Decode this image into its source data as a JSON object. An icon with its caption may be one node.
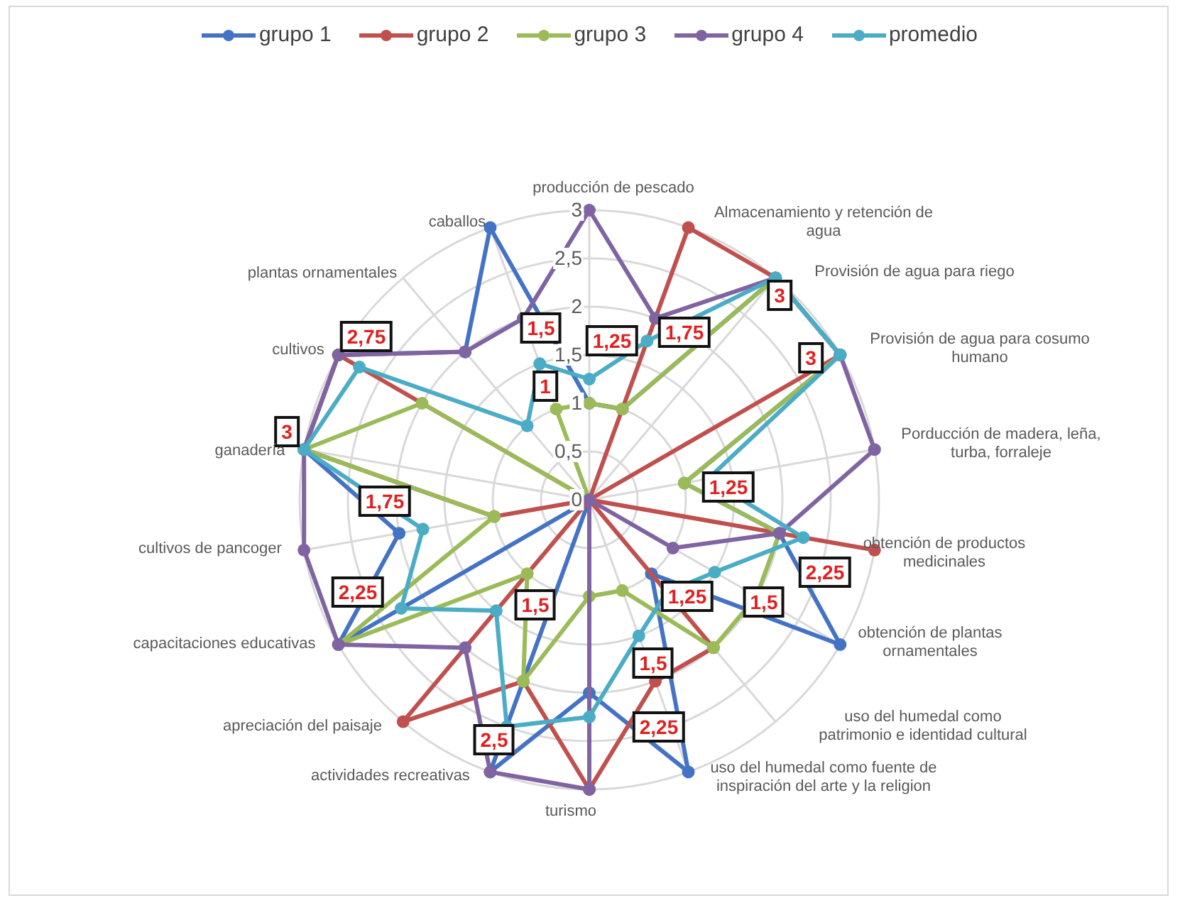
{
  "diagram": {
    "labels": [
      "producción de pescado",
      "3",
      "caballos",
      "Almacenamiento y retención de agua",
      "2,5",
      "plantas ornamentales",
      "Provisión de agua para riego",
      "3",
      "2",
      "1,5",
      "1,75",
      "2,75",
      "1,25",
      "Provisión de agua para cosumo humano",
      "cultivos",
      "1,5",
      "3",
      "1",
      "1",
      "3",
      "Porducción de madera, leña, turba, forraleje",
      "ganadería",
      "0,5",
      "1,25",
      "0",
      "1,75",
      "cultivos de pancoger",
      "obtención de productos medicinales",
      "2,25",
      "2,25",
      "1,25",
      "1,5",
      "1,5",
      "obtención de plantas ornamentales",
      "capacitaciones educativas",
      "1,5",
      "apreciación del paisaje",
      "uso del humedal como patrimonio e identidad cultural",
      "2,25",
      "2,5",
      "actividades recreativas",
      "uso del humedal como fuente de inspiración del arte y la religion",
      "turismo"
    ],
    "legend": [
      {
        "text": "grupo 1",
        "color": "#4472c4"
      },
      {
        "text": "grupo 2",
        "color": "#c0504d"
      },
      {
        "text": "grupo 3",
        "color": "#9bbb59"
      },
      {
        "text": "grupo 4",
        "color": "#8064a2"
      },
      {
        "text": "promedio",
        "color": "#4bacc6"
      }
    ]
  }
}
